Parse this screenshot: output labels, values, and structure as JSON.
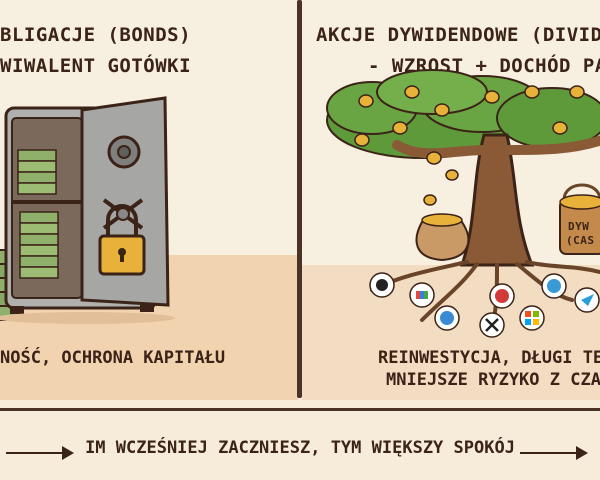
{
  "left_panel": {
    "header_line1": "BLIGACJE (BONDS)",
    "header_line2": "WIWALENT GOTÓWKI",
    "caption": "NOŚĆ, OCHRONA KAPITAŁU"
  },
  "right_panel": {
    "header_line1": "AKCJE DYWIDENDOWE (DIVID",
    "header_line2": "- WZROST + DOCHÓD PA",
    "basket_label_line1": "DYW",
    "basket_label_line2": "(CAS",
    "caption_line1": "REINWESTYCJA, DŁUGI TE",
    "caption_line2": "MNIEJSZE RYZYKO Z CZA",
    "logos": [
      "apple-logo",
      "nbc-logo",
      "pinterest-logo",
      "at-and-t-logo",
      "x-logo",
      "microsoft-logo",
      "globe-logo",
      "telegram-logo"
    ]
  },
  "banner": {
    "text": "IM WCZEŚNIEJ ZACZNIESZ, TYM WIĘKSZY SPOKÓJ"
  },
  "colors": {
    "ink": "#3b2317",
    "background": "#f7efe0",
    "floor_left": "#f2d3b0",
    "coin_gold": "#e8b23a",
    "money_green": "#8fb06a",
    "safe_grey": "#a8a8a6",
    "leaf_green": "#5f9a3a",
    "trunk_brown": "#8a5a36"
  }
}
